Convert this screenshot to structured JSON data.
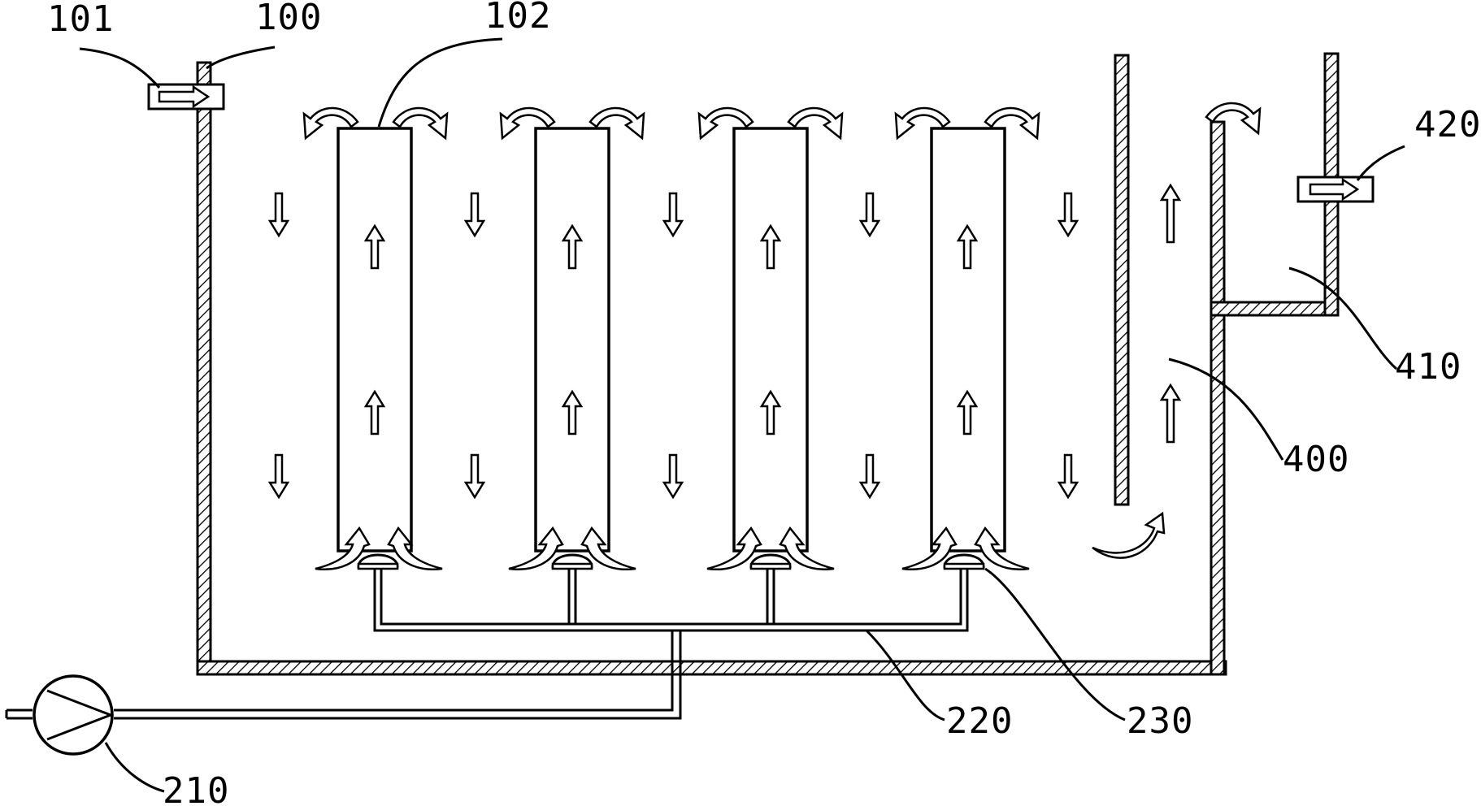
{
  "labels": {
    "l101": "101",
    "l100": "100",
    "l102": "102",
    "l420": "420",
    "l410": "410",
    "l400": "400",
    "l220": "220",
    "l230": "230",
    "l210": "210"
  },
  "colors": {
    "ink": "#000000",
    "paper": "#ffffff"
  },
  "icons": {
    "hatch": "hatched-wall",
    "flow": "flow-arrow-icon",
    "pump": "pump-icon",
    "valve": "flow-valve-icon",
    "nozzle": "nozzle-icon"
  }
}
